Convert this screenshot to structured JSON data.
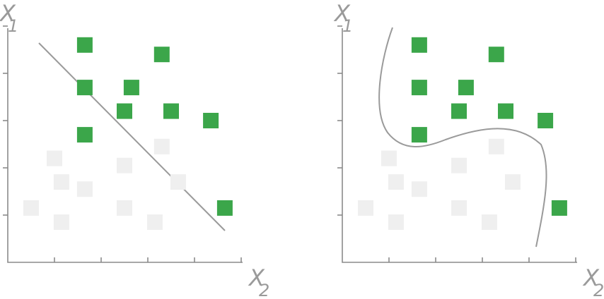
{
  "chart_data": [
    {
      "type": "scatter",
      "xlabel": "X",
      "xlabel_subscript": "2",
      "ylabel": "X",
      "ylabel_subscript": "1",
      "grid": false,
      "decision_boundary": "line",
      "xlim": [
        0,
        5
      ],
      "ylim": [
        0,
        5
      ],
      "series": [
        {
          "color": "#3ba64a",
          "points": [
            [
              1.65,
              4.6
            ],
            [
              3.3,
              4.4
            ],
            [
              1.65,
              3.7
            ],
            [
              2.65,
              3.7
            ],
            [
              2.5,
              3.2
            ],
            [
              3.5,
              3.2
            ],
            [
              4.35,
              3.0
            ],
            [
              1.65,
              2.7
            ],
            [
              4.65,
              1.15
            ]
          ]
        },
        {
          "color": "#efefef",
          "points": [
            [
              1.0,
              2.2
            ],
            [
              3.3,
              2.45
            ],
            [
              2.5,
              2.05
            ],
            [
              1.15,
              1.7
            ],
            [
              3.65,
              1.7
            ],
            [
              1.65,
              1.55
            ],
            [
              0.5,
              1.15
            ],
            [
              2.5,
              1.15
            ],
            [
              1.15,
              0.85
            ],
            [
              3.15,
              0.85
            ]
          ]
        }
      ]
    },
    {
      "type": "scatter",
      "xlabel": "X",
      "xlabel_subscript": "2",
      "ylabel": "X",
      "ylabel_subscript": "1",
      "grid": false,
      "decision_boundary": "curve",
      "xlim": [
        0,
        5
      ],
      "ylim": [
        0,
        5
      ],
      "series": [
        {
          "color": "#3ba64a",
          "points": [
            [
              1.65,
              4.6
            ],
            [
              3.3,
              4.4
            ],
            [
              1.65,
              3.7
            ],
            [
              2.65,
              3.7
            ],
            [
              2.5,
              3.2
            ],
            [
              3.5,
              3.2
            ],
            [
              4.35,
              3.0
            ],
            [
              1.65,
              2.7
            ],
            [
              4.65,
              1.15
            ]
          ]
        },
        {
          "color": "#efefef",
          "points": [
            [
              1.0,
              2.2
            ],
            [
              3.3,
              2.45
            ],
            [
              2.5,
              2.05
            ],
            [
              1.15,
              1.7
            ],
            [
              3.65,
              1.7
            ],
            [
              1.65,
              1.55
            ],
            [
              0.5,
              1.15
            ],
            [
              2.5,
              1.15
            ],
            [
              1.15,
              0.85
            ],
            [
              3.15,
              0.85
            ]
          ]
        }
      ]
    }
  ]
}
